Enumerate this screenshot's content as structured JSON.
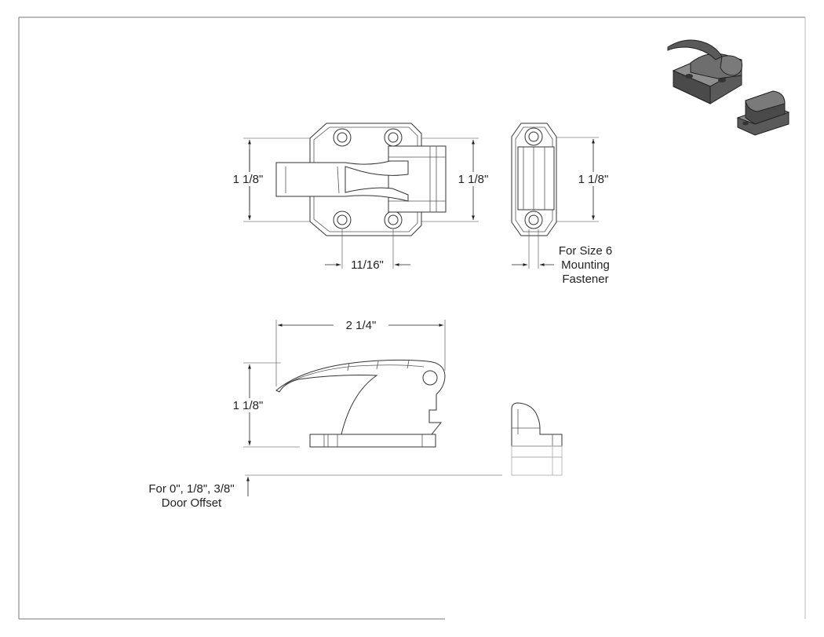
{
  "dimensions": {
    "top_view_height": "1 1/8\"",
    "top_view_height_right": "1 1/8\"",
    "keeper_height": "1 1/8\"",
    "hole_spacing": "11/16\"",
    "overall_length": "2 1/4\"",
    "side_view_height": "1 1/8\""
  },
  "notes": {
    "fastener": [
      "For Size 6",
      "Mounting",
      "Fastener"
    ],
    "offset": [
      "For 0\", 1/8\", 3/8\"",
      "Door Offset"
    ]
  },
  "colors": {
    "line": "#333333",
    "render_dark": "#4a4a4a",
    "render_light": "#9a9a9a",
    "paper": "#ffffff"
  }
}
